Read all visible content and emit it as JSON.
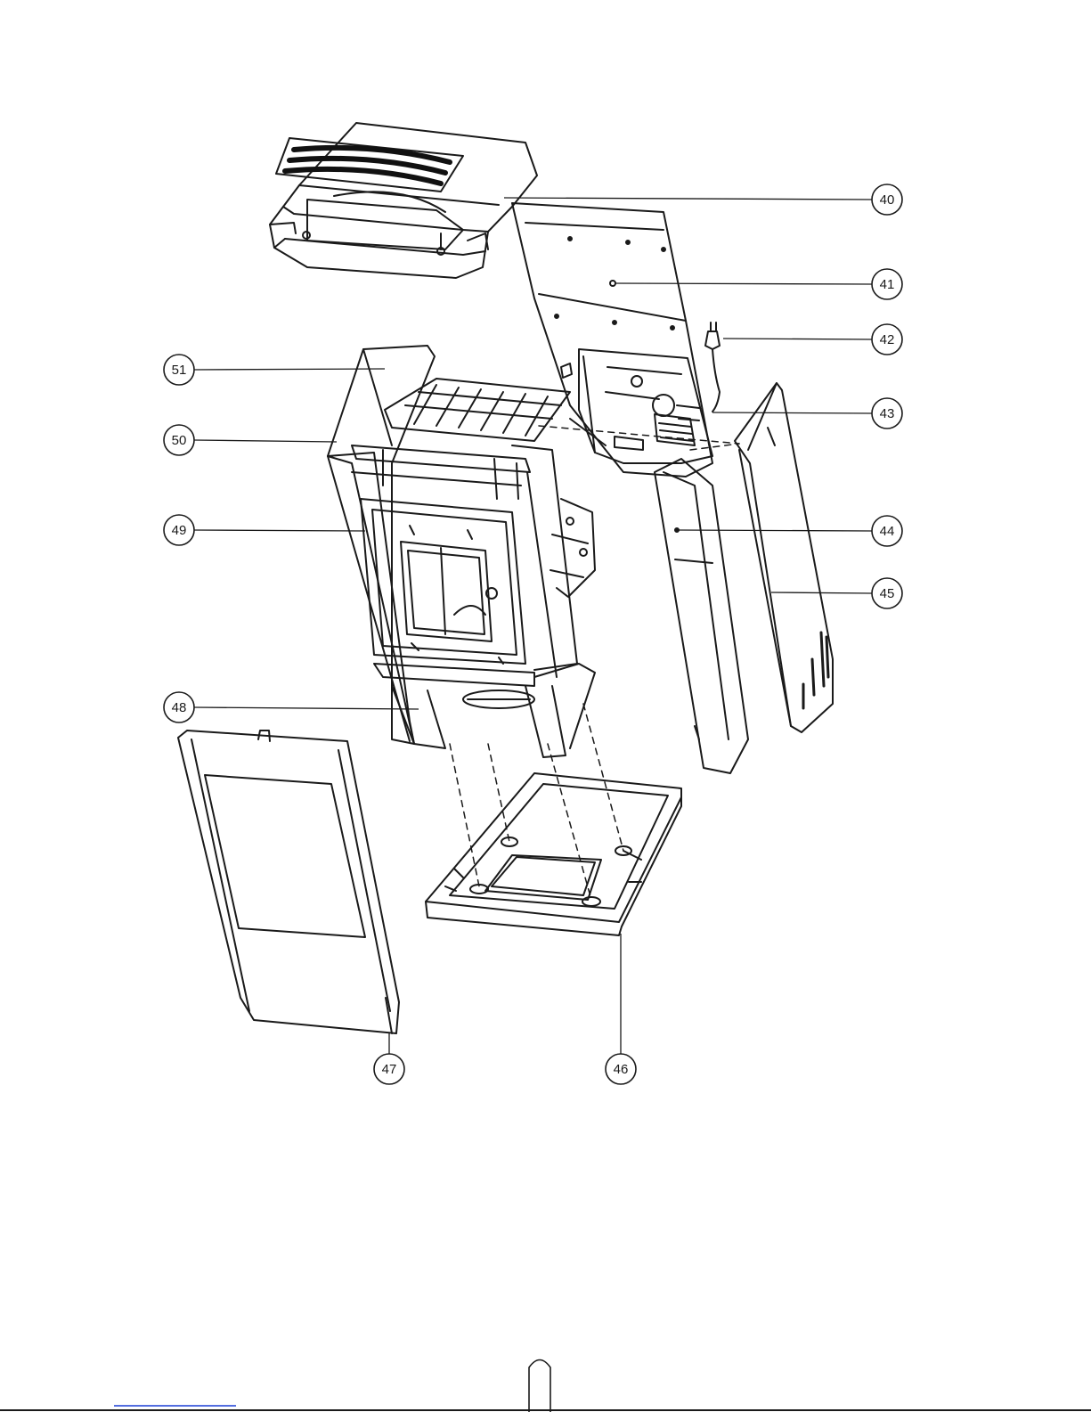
{
  "callouts": [
    "40",
    "41",
    "42",
    "43",
    "44",
    "45",
    "46",
    "47",
    "48",
    "49",
    "50",
    "51"
  ],
  "colors": {
    "ink": "#1a1a1a",
    "paper": "#ffffff",
    "footer_link": "#1a3fd6"
  }
}
